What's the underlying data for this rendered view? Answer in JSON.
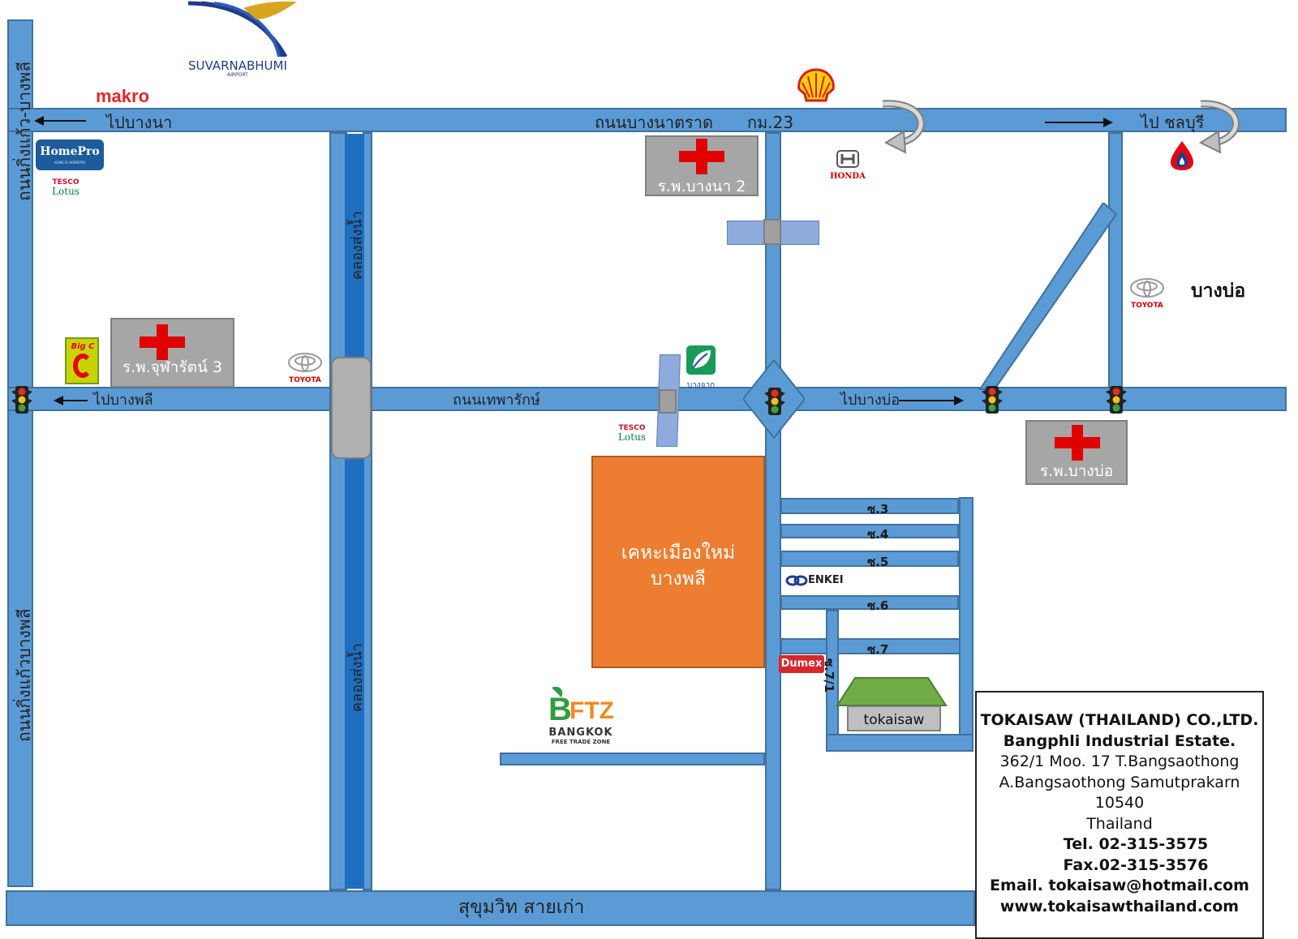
{
  "roads": {
    "west_top": "ถนนกิ่งแก้ว-บางพลี",
    "west_bottom": "ถนนกิ่งแก้วบางพลี",
    "bangna_trat": "ถนนบางนาตราด",
    "km23": "กม.23",
    "thepharak": "ถนนเทพารักษ์",
    "sukhumvit": "สุขุมวิท สายเก่า",
    "canal": "คลองส่งน้ำ"
  },
  "directions": {
    "to_bangna": "ไปบางนา",
    "to_chonburi": "ไป ชลบุรี",
    "to_bangphli": "ไปบางพลี",
    "to_bangbo": "ไปบางบ่อ"
  },
  "places": {
    "hospital_bangna2": "ร.พ.บางนา 2",
    "hospital_chularat3": "ร.พ.จุฬารัตน์ 3",
    "hospital_bangbo": "ร.พ.บางบ่อ",
    "housing": "เคหะเมืองใหม่\nบางพลี",
    "bangbo": "บางบ่อ",
    "tokaisaw": "tokaisaw"
  },
  "sois": [
    "ซ.3",
    "ซ.4",
    "ซ.5",
    "ซ.6",
    "ซ.7",
    "ซ.7/1"
  ],
  "logos": {
    "suvarnabhumi": "SUVARNABHUMI",
    "suvarnabhumi_sub": "AIRPORT",
    "makro": "makro",
    "homepro": "HomePro",
    "homepro_sub": "HOME IS HOMEPRO",
    "tesco": "TESCO",
    "lotus": "Lotus",
    "bigc": "Big C",
    "toyota": "TOYOTA",
    "honda": "HONDA",
    "bangchak": "บางจาก",
    "enkei": "ENKEI",
    "dumex": "Dumex",
    "bftz_mark": "BFTZ",
    "bftz_name": "BANGKOK",
    "bftz_sub": "FREE TRADE ZONE"
  },
  "company": {
    "name": "TOKAISAW (THAILAND) CO.,LTD.",
    "estate": "Bangphli Industrial Estate.",
    "address1": "362/1 Moo. 17 T.Bangsaothong",
    "address2": "A.Bangsaothong Samutprakarn 10540",
    "country": "Thailand",
    "tel": "Tel. 02-315-3575",
    "fax": "Fax.02-315-3576",
    "email": "Email. tokaisaw@hotmail.com",
    "web": "www.tokaisawthailand.com"
  },
  "colors": {
    "road": "#5b9bd5",
    "canal": "#1f6fc0",
    "housing": "#ed7d31",
    "hospital_cross": "#e00000",
    "factory_roof": "#70ad47"
  }
}
